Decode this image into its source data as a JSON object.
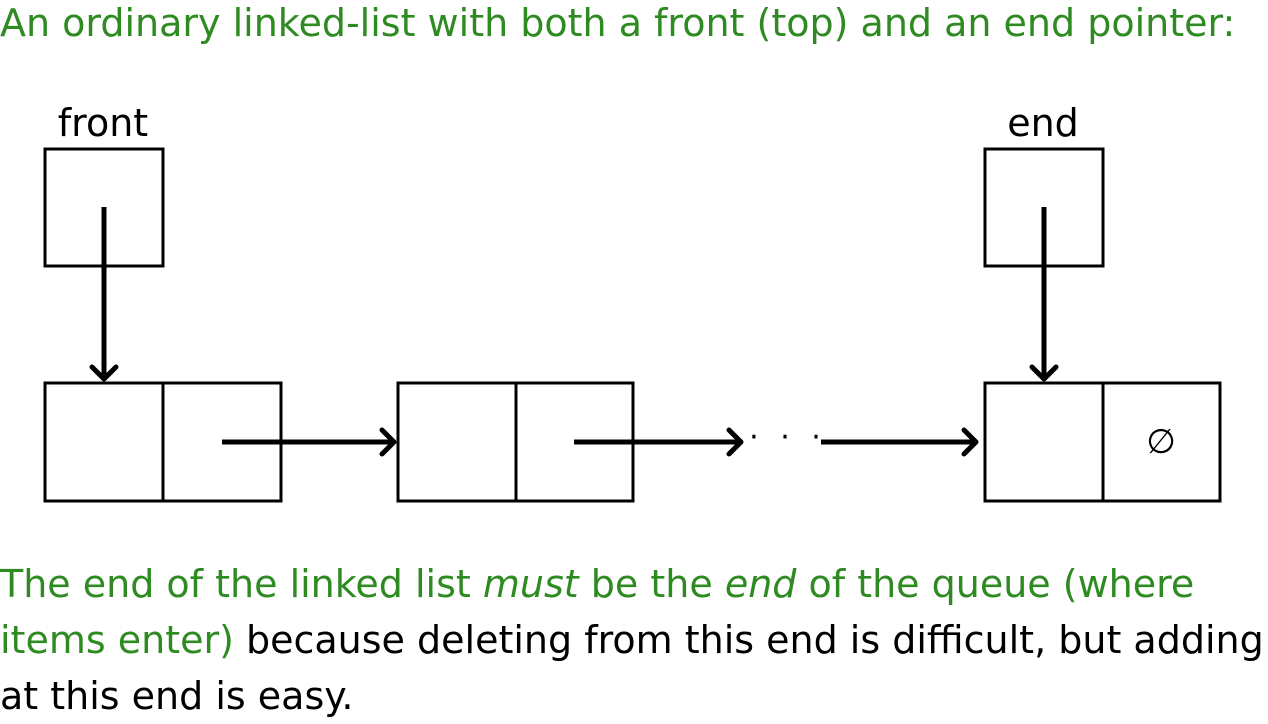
{
  "title": "An ordinary linked-list with both a front (top) and an end pointer:",
  "diagram": {
    "front_label": "front",
    "end_label": "end",
    "ellipsis": "· · ·",
    "null_symbol": "∅"
  },
  "caption": {
    "part1": "The end of the linked list ",
    "part2": "must",
    "part3": " be the ",
    "part4": "end",
    "part5": " of the queue (where items enter)",
    "part6": " because deleting from this end is difficult, but adding at this end is easy."
  },
  "colors": {
    "highlight_green": "#2e8b22",
    "text_black": "#000000"
  }
}
